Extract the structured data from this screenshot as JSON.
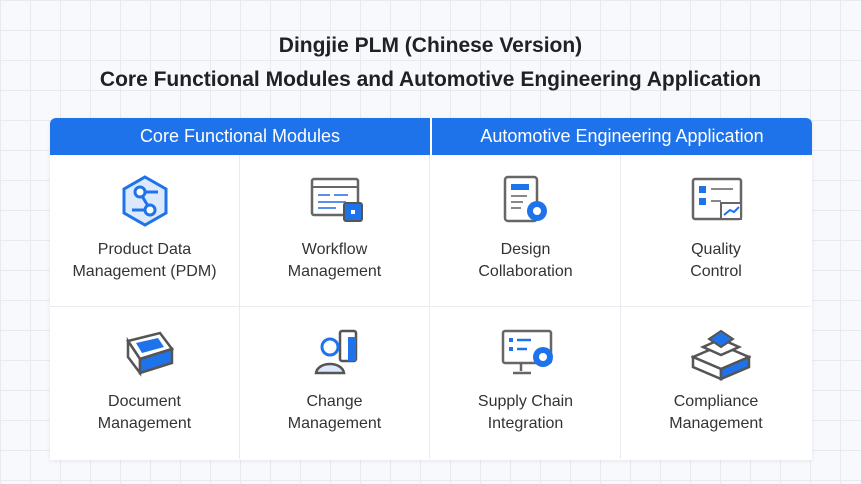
{
  "title": {
    "line1": "Dingjie PLM (Chinese Version)",
    "line2": "Core Functional Modules and Automotive Engineering Application"
  },
  "headers": {
    "core": "Core Functional Modules",
    "auto": "Automotive Engineering Application"
  },
  "cells": [
    {
      "line1": "Product Data",
      "line2": "Management (PDM)",
      "icon": "hexagon-network-icon"
    },
    {
      "line1": "Workflow",
      "line2": "Management",
      "icon": "window-workflow-icon"
    },
    {
      "line1": "Design",
      "line2": "Collaboration",
      "icon": "document-gear-icon"
    },
    {
      "line1": "Quality",
      "line2": "Control",
      "icon": "chart-window-icon"
    },
    {
      "line1": "Document",
      "line2": "Management",
      "icon": "document-stack-icon"
    },
    {
      "line1": "Change",
      "line2": "Management",
      "icon": "person-change-icon"
    },
    {
      "line1": "Supply Chain",
      "line2": "Integration",
      "icon": "monitor-gear-icon"
    },
    {
      "line1": "Compliance",
      "line2": "Management",
      "icon": "layered-server-icon"
    }
  ],
  "colors": {
    "accent": "#1f73ea",
    "text": "#202124"
  }
}
